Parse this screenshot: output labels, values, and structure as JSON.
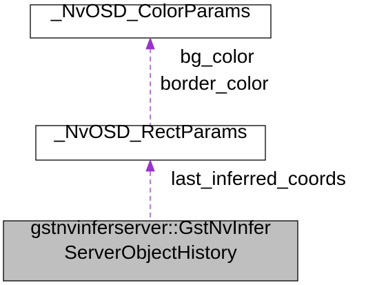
{
  "diagram": {
    "nodes": {
      "color_params": {
        "label": "_NvOSD_ColorParams"
      },
      "rect_params": {
        "label": "_NvOSD_RectParams"
      },
      "object_history": {
        "label_line1": "gstnvinferserver::GstNvInfer",
        "label_line2": "ServerObjectHistory"
      }
    },
    "edges": {
      "color_to_rect": {
        "label_line1": "bg_color",
        "label_line2": "border_color"
      },
      "rect_to_history": {
        "label": "last_inferred_coords"
      }
    },
    "colors": {
      "edge": "#9a32cd",
      "highlight_fill": "#bfbfbf",
      "box_fill": "#ffffff",
      "box_stroke": "#000000"
    }
  }
}
